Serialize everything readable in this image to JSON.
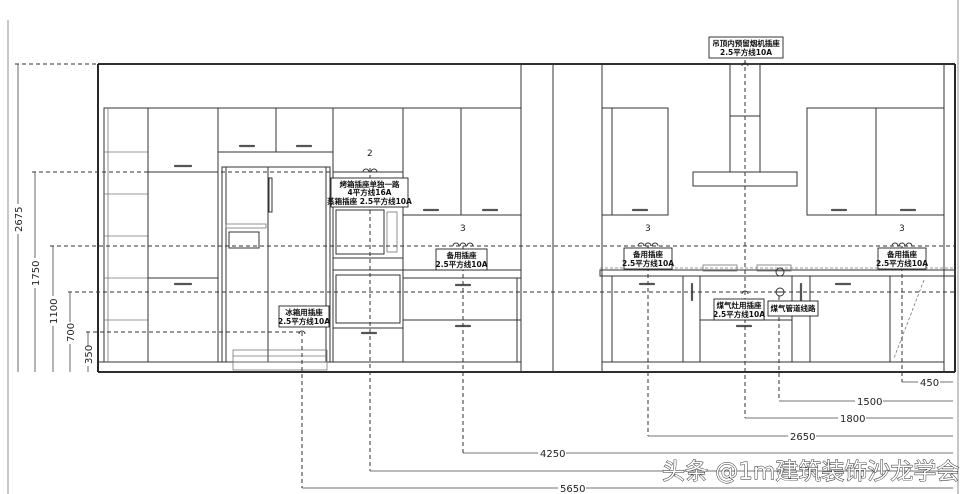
{
  "labels": {
    "oven_socket": [
      "烤箱插座单独一路",
      "4平方线16A",
      "蒸箱插座 2.5平方线10A"
    ],
    "spare_socket": [
      "备用插座",
      "2.5平方线10A"
    ],
    "fridge_socket": [
      "冰箱用插座",
      "2.5平方线10A"
    ],
    "hood_socket": [
      "吊顶内预留烟机插座",
      "2.5平方线10A"
    ],
    "gas_stove_socket": [
      "煤气灶用插座",
      "2.5平方线10A"
    ],
    "gas_pipe": "煤气管道线路"
  },
  "socket_counts": {
    "oven": "2",
    "spare_left": "3",
    "spare_mid": "3",
    "spare_right": "3"
  },
  "height_dimensions": [
    "2675",
    "1750",
    "1100",
    "700",
    "350"
  ],
  "horizontal_dimensions": [
    "450",
    "1500",
    "1800",
    "2650",
    "4250",
    "5650"
  ],
  "watermark": "头条 @1m建筑装饰沙龙学会"
}
